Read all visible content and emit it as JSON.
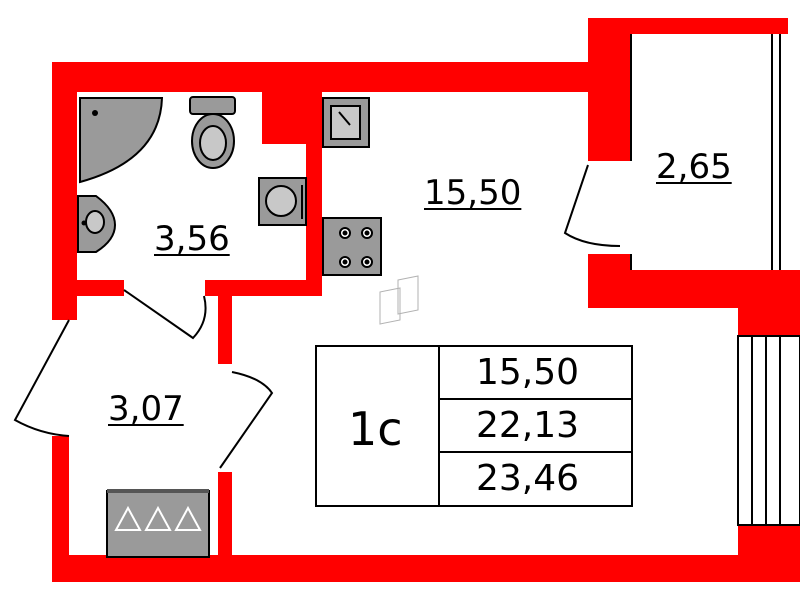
{
  "colors": {
    "wall": "#ff0000",
    "fixture_fill": "#9a9a9a",
    "line": "#000000",
    "background": "#ffffff"
  },
  "rooms": {
    "main": "15,50",
    "balcony": "2,65",
    "bathroom": "3,56",
    "hall": "3,07"
  },
  "summary": {
    "type": "1с",
    "living_area": "15,50",
    "total_area": "22,13",
    "total_with_balcony": "23,46"
  },
  "icons": [
    "shower-icon",
    "toilet-icon",
    "washbasin-icon",
    "washing-machine-icon",
    "kitchen-sink-icon",
    "stove-icon",
    "wardrobe-icon",
    "hanger-icon",
    "radiator-icon"
  ]
}
